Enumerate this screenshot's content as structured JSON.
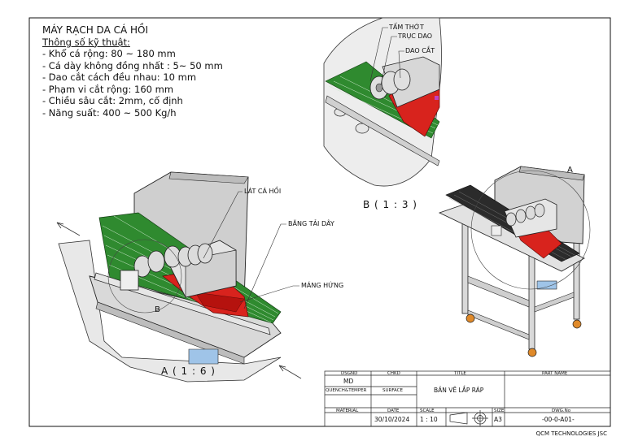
{
  "specs": {
    "title": "MÁY RẠCH DA CÁ HỒI",
    "subtitle": "Thông số kỹ thuật:",
    "items": [
      "- Khổ cá rộng: 80 ~ 180 mm",
      "- Cá dày không đồng nhất : 5~ 50 mm",
      "- Dao cắt cách đều nhau: 10 mm",
      "- Phạm vi cắt rộng: 160 mm",
      "- Chiều sâu cắt: 2mm, cố định",
      "- Năng suất: 400 ~ 500 Kg/h"
    ]
  },
  "detail_labels": {
    "tam_thot": "TẤM THỚT",
    "truc_dao": "TRỤC DAO",
    "dao_cat": "DAO CẮT"
  },
  "main_labels": {
    "lat_ca_hoi": "LÁT CÁ HỒI",
    "bang_tai": "BĂNG TẢI DÂY",
    "mang_hung": "MÁNG HỨNG"
  },
  "views": {
    "detail_b": "B ( 1 : 3 )",
    "view_a": "A ( 1 : 6 )",
    "marker_a": "A",
    "marker_b": "B"
  },
  "title_block": {
    "dsgnd_h": "DSGND",
    "chkd_h": "CHKD",
    "title_h": "TITLE",
    "partname_h": "PART NAME",
    "dsgnd_v": "MD",
    "quench_h": "QUENCH&TEMPER",
    "surface_h": "SURFACE",
    "title_v": "BẢN VẼ LẮP RÁP",
    "material_h": "MATERIAL",
    "date_h": "DATE",
    "scale_h": "SCALE",
    "size_h": "SIZE",
    "dwg_h": "DWG.No",
    "date_v": "30/10/2024",
    "scale_v": "1 : 10",
    "size_v": "A3",
    "dwg_v": "-00-0-A01-"
  },
  "company": "QCM TECHNOLOGIES JSC",
  "colors": {
    "belt_green": "#2f8a2f",
    "blade_red": "#d8231d",
    "frame_grey": "#cfcfcf",
    "guard_blue": "#9fc4e8",
    "accent_orange": "#e08a2a"
  }
}
